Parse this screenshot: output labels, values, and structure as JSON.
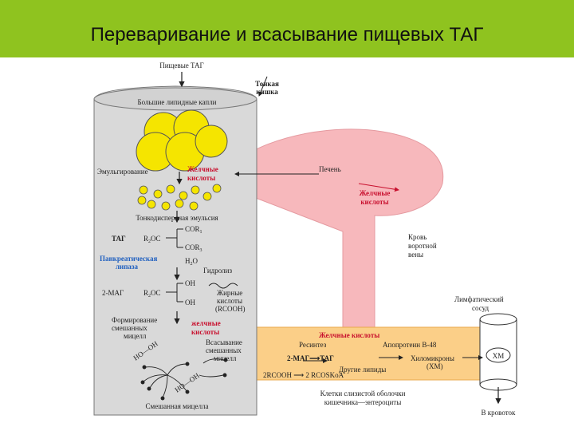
{
  "slide": {
    "title": "Переваривание и всасывание пищевых ТАГ"
  },
  "diagram": {
    "dietary_tag": "Пищевые ТАГ",
    "small_intestine": [
      "Тонкая",
      "кишка"
    ],
    "large_droplets": "Большие липидные капли",
    "emulsification": "Эмульгирование",
    "bile_acids_1": [
      "Желчные",
      "кислоты"
    ],
    "liver": "Печень",
    "bile_acids_2": [
      "Желчные",
      "кислоты"
    ],
    "fine_emulsion": "Тонкодисперсная эмульсия",
    "cor1": "COR",
    "sub1": "1",
    "tag": "ТАГ",
    "r2oc": "R",
    "r2oc_sub": "2",
    "r2oc_tail": "OC",
    "cor3": "COR",
    "sub3": "3",
    "pancreatic_lipase": [
      "Панкреатическая",
      "липаза"
    ],
    "h2o": "H",
    "h2o_sub": "2",
    "h2o_tail": "O",
    "hydrolysis": "Гидролиз",
    "portal_vein": [
      "Кровь",
      "воротной",
      "вены"
    ],
    "oh_top": "OH",
    "mag": "2-МАГ",
    "r2oc_b": "R",
    "r2oc_b_sub": "2",
    "r2oc_b_tail": "OC",
    "oh_bottom": "OH",
    "fatty_acids": [
      "Жирные",
      "кислоты",
      "(RCOOH)"
    ],
    "lymph_vessel": [
      "Лимфатический",
      "сосуд"
    ],
    "micelle_formation": [
      "Формирование",
      "смешанных",
      "мицелл"
    ],
    "bile_acids_3": [
      "желчные",
      "кислоты"
    ],
    "micelle_absorption": [
      "Всасывание",
      "смешанных",
      "мицелл"
    ],
    "ho_oh_1": "HO—OH",
    "ho_oh_2": "HO—OH",
    "mixed_micelle": "Смешанная мицелла",
    "enterocyte": {
      "bile_acids": "Желчные кислоты",
      "resynthesis": "Ресинтез",
      "apoprotein": "Апопротеин B-48",
      "mag_tag": "2-МАГ⟶ТАГ",
      "other_lipids": "Другие липиды",
      "chylomicrons": [
        "Хиломикроны",
        "(ХМ)"
      ],
      "rcooh": "2RCOOH ⟶ 2 RCOSKoA",
      "cells": [
        "Клетки слизистой оболочки",
        "кишечника—энтероциты"
      ]
    },
    "xm": "ХМ",
    "to_blood": "В кровоток"
  },
  "colors": {
    "title_bar": "#8fc31f",
    "droplet_yellow": "#f5e500",
    "intestine_gray": "#d9d9d9",
    "liver_pink": "#f7b8bc",
    "enterocyte_orange": "#fbcf88",
    "bile_red": "#c8102e",
    "lipase_blue": "#1f5fbf"
  }
}
